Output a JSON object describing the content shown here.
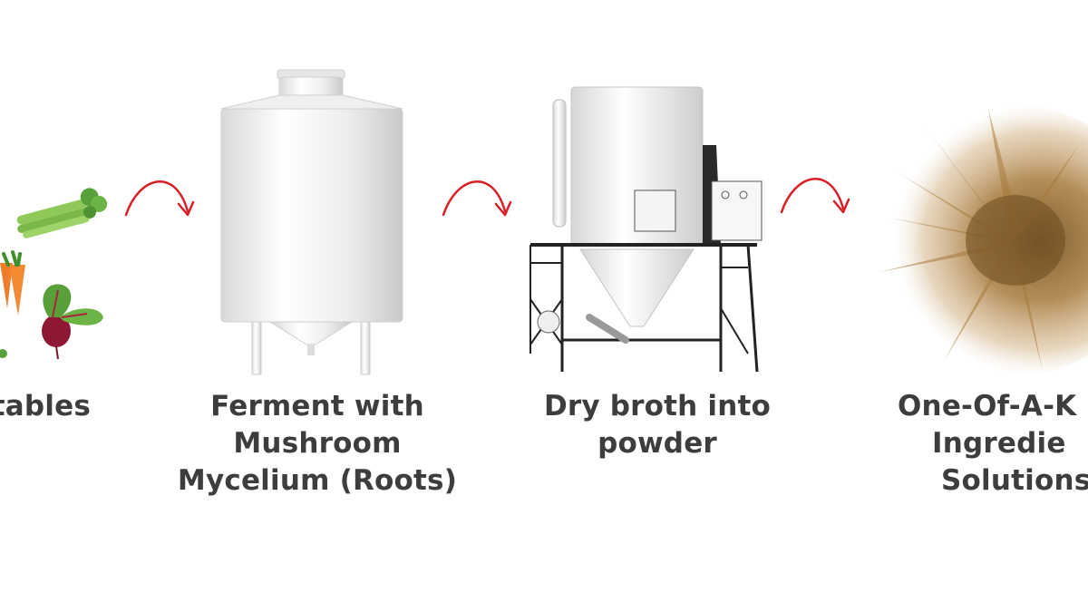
{
  "steps": [
    {
      "id": "vegetables",
      "lines": [
        "tables"
      ]
    },
    {
      "id": "ferment",
      "lines": [
        "Ferment with",
        "Mushroom",
        "Mycelium (Roots)"
      ]
    },
    {
      "id": "dry",
      "lines": [
        "Dry broth into",
        "powder"
      ]
    },
    {
      "id": "solutions",
      "lines": [
        "One-Of-A-K",
        "Ingredie",
        "Solutions"
      ]
    }
  ],
  "colors": {
    "arrow": "#d81f26",
    "caption": "#3d3d3d",
    "powder": "#a77a3c"
  },
  "icons": [
    "vegetables-illustration",
    "fermentation-tank-illustration",
    "spray-dryer-illustration",
    "powder-burst-illustration",
    "curved-arrow-icon"
  ]
}
